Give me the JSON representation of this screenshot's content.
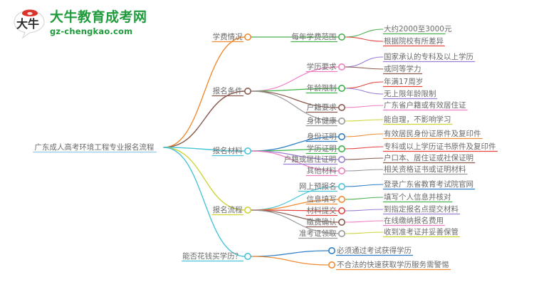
{
  "logo": {
    "mark_text": "大牛",
    "title": "大牛教育成考网",
    "subtitle": "gz-chengkao.com",
    "brand_color": "#1f9b3c",
    "mark_accent_color": "#d8342a"
  },
  "mindmap": {
    "type": "mindmap",
    "root": {
      "label": "广东成人高考环境工程专业报名流程",
      "node_color": "#7fc7e8"
    },
    "branches": [
      {
        "label": "学费情况",
        "color": "#ef8b33",
        "node_color": "#ef8b33",
        "children": [
          {
            "label": "每年学费范围",
            "color": "#4caf50",
            "node_color": "#4caf50",
            "leaves": [
              {
                "label": "大约2000至3000元",
                "color": "#4caf50"
              },
              {
                "label": "根据院校有所差异",
                "color": "#e3453f"
              }
            ]
          }
        ]
      },
      {
        "label": "报名条件",
        "color": "#8a5a4e",
        "node_color": "#8a5a4e",
        "children": [
          {
            "label": "学历要求",
            "color": "#ef7fc0",
            "node_color": "#ef7fc0",
            "leaves": [
              {
                "label": "国家承认的专科及以上学历",
                "color": "#9b7fd4"
              },
              {
                "label": "或同等学力",
                "color": "#8a5a4e"
              }
            ]
          },
          {
            "label": "年龄限制",
            "color": "#3cb44b",
            "node_color": "#3cb44b",
            "leaves": [
              {
                "label": "年满17周岁",
                "color": "#e3453f"
              },
              {
                "label": "无上限年龄限制",
                "color": "#9b7fd4"
              }
            ]
          },
          {
            "label": "户籍要求",
            "color": "#8a5a4e",
            "node_color": "#8a5a4e",
            "leaves": [
              {
                "label": "广东省户籍或有效居住证",
                "color": "#ef7fc0"
              }
            ]
          },
          {
            "label": "身体健康",
            "color": "#9a9a9a",
            "node_color": "#9a9a9a",
            "leaves": [
              {
                "label": "能自理，不影响学习",
                "color": "#cfd43a"
              }
            ]
          }
        ]
      },
      {
        "label": "报名材料",
        "color": "#49c5d8",
        "node_color": "#49c5d8",
        "children": [
          {
            "label": "身份证明",
            "color": "#2e7fc4",
            "node_color": "#2e7fc4",
            "leaves": [
              {
                "label": "有效居民身份证原件及复印件",
                "color": "#ef8b33"
              }
            ]
          },
          {
            "label": "学历证明",
            "color": "#3cb44b",
            "node_color": "#3cb44b",
            "leaves": [
              {
                "label": "专科或以上学历证书原件及复印件",
                "color": "#e3453f"
              }
            ]
          },
          {
            "label": "户籍或居住证明",
            "color": "#9b7fd4",
            "node_color": "#9b7fd4",
            "leaves": [
              {
                "label": "户口本、居住证或社保证明",
                "color": "#8a5a4e"
              }
            ]
          },
          {
            "label": "其他材料",
            "color": "#ef7fc0",
            "node_color": "#ef7fc0",
            "leaves": [
              {
                "label": "相关资格证书或证明材料",
                "color": "#9a9a9a"
              }
            ]
          }
        ]
      },
      {
        "label": "报名流程",
        "color": "#cfd43a",
        "node_color": "#cfd43a",
        "children": [
          {
            "label": "网上预报名",
            "color": "#49c5d8",
            "node_color": "#49c5d8",
            "leaves": [
              {
                "label": "登录广东省教育考试院官网",
                "color": "#2e7fc4"
              }
            ]
          },
          {
            "label": "信息填写",
            "color": "#ef8b33",
            "node_color": "#ef8b33",
            "leaves": [
              {
                "label": "填写个人信息并核对",
                "color": "#4caf50"
              }
            ]
          },
          {
            "label": "材料提交",
            "color": "#e3453f",
            "node_color": "#e3453f",
            "leaves": [
              {
                "label": "到指定报名点提交材料",
                "color": "#9b7fd4"
              }
            ]
          },
          {
            "label": "缴费确认",
            "color": "#8a5a4e",
            "node_color": "#8a5a4e",
            "leaves": [
              {
                "label": "在线缴纳报名费用",
                "color": "#ef7fc0"
              }
            ]
          },
          {
            "label": "准考证领取",
            "color": "#9a9a9a",
            "node_color": "#9a9a9a",
            "leaves": [
              {
                "label": "收到准考证并妥善保管",
                "color": "#cfd43a"
              }
            ]
          }
        ]
      },
      {
        "label": "能否花钱买学历？",
        "color": "#49c5d8",
        "node_color": "#49c5d8",
        "children": [
          {
            "label": "必须通过考试获得学历",
            "color": "#2e7fc4",
            "node_color": "#2e7fc4",
            "leaves": []
          },
          {
            "label": "不合法的快速获取学历服务需警惕",
            "color": "#ef8b33",
            "node_color": "#ef8b33",
            "leaves": []
          }
        ]
      }
    ]
  }
}
